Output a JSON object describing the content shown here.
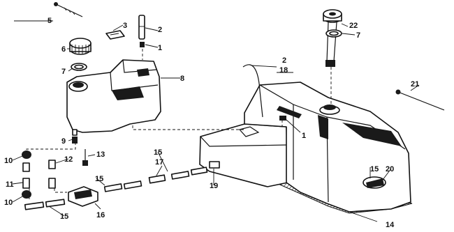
{
  "callouts": {
    "c1a": "1",
    "c1b": "1",
    "c2a": "2",
    "c2b": "2",
    "c3": "3",
    "c5": "5",
    "c6": "6",
    "c7a": "7",
    "c7b": "7",
    "c8": "8",
    "c9": "9",
    "c10a": "10",
    "c10b": "10",
    "c11": "11",
    "c12": "12",
    "c13": "13",
    "c14": "14",
    "c15a": "15",
    "c15b": "15",
    "c15c": "15",
    "c15d": "15",
    "c16": "16",
    "c17": "17",
    "c18": "18",
    "c19": "19",
    "c20": "20",
    "c21": "21",
    "c22": "22"
  }
}
